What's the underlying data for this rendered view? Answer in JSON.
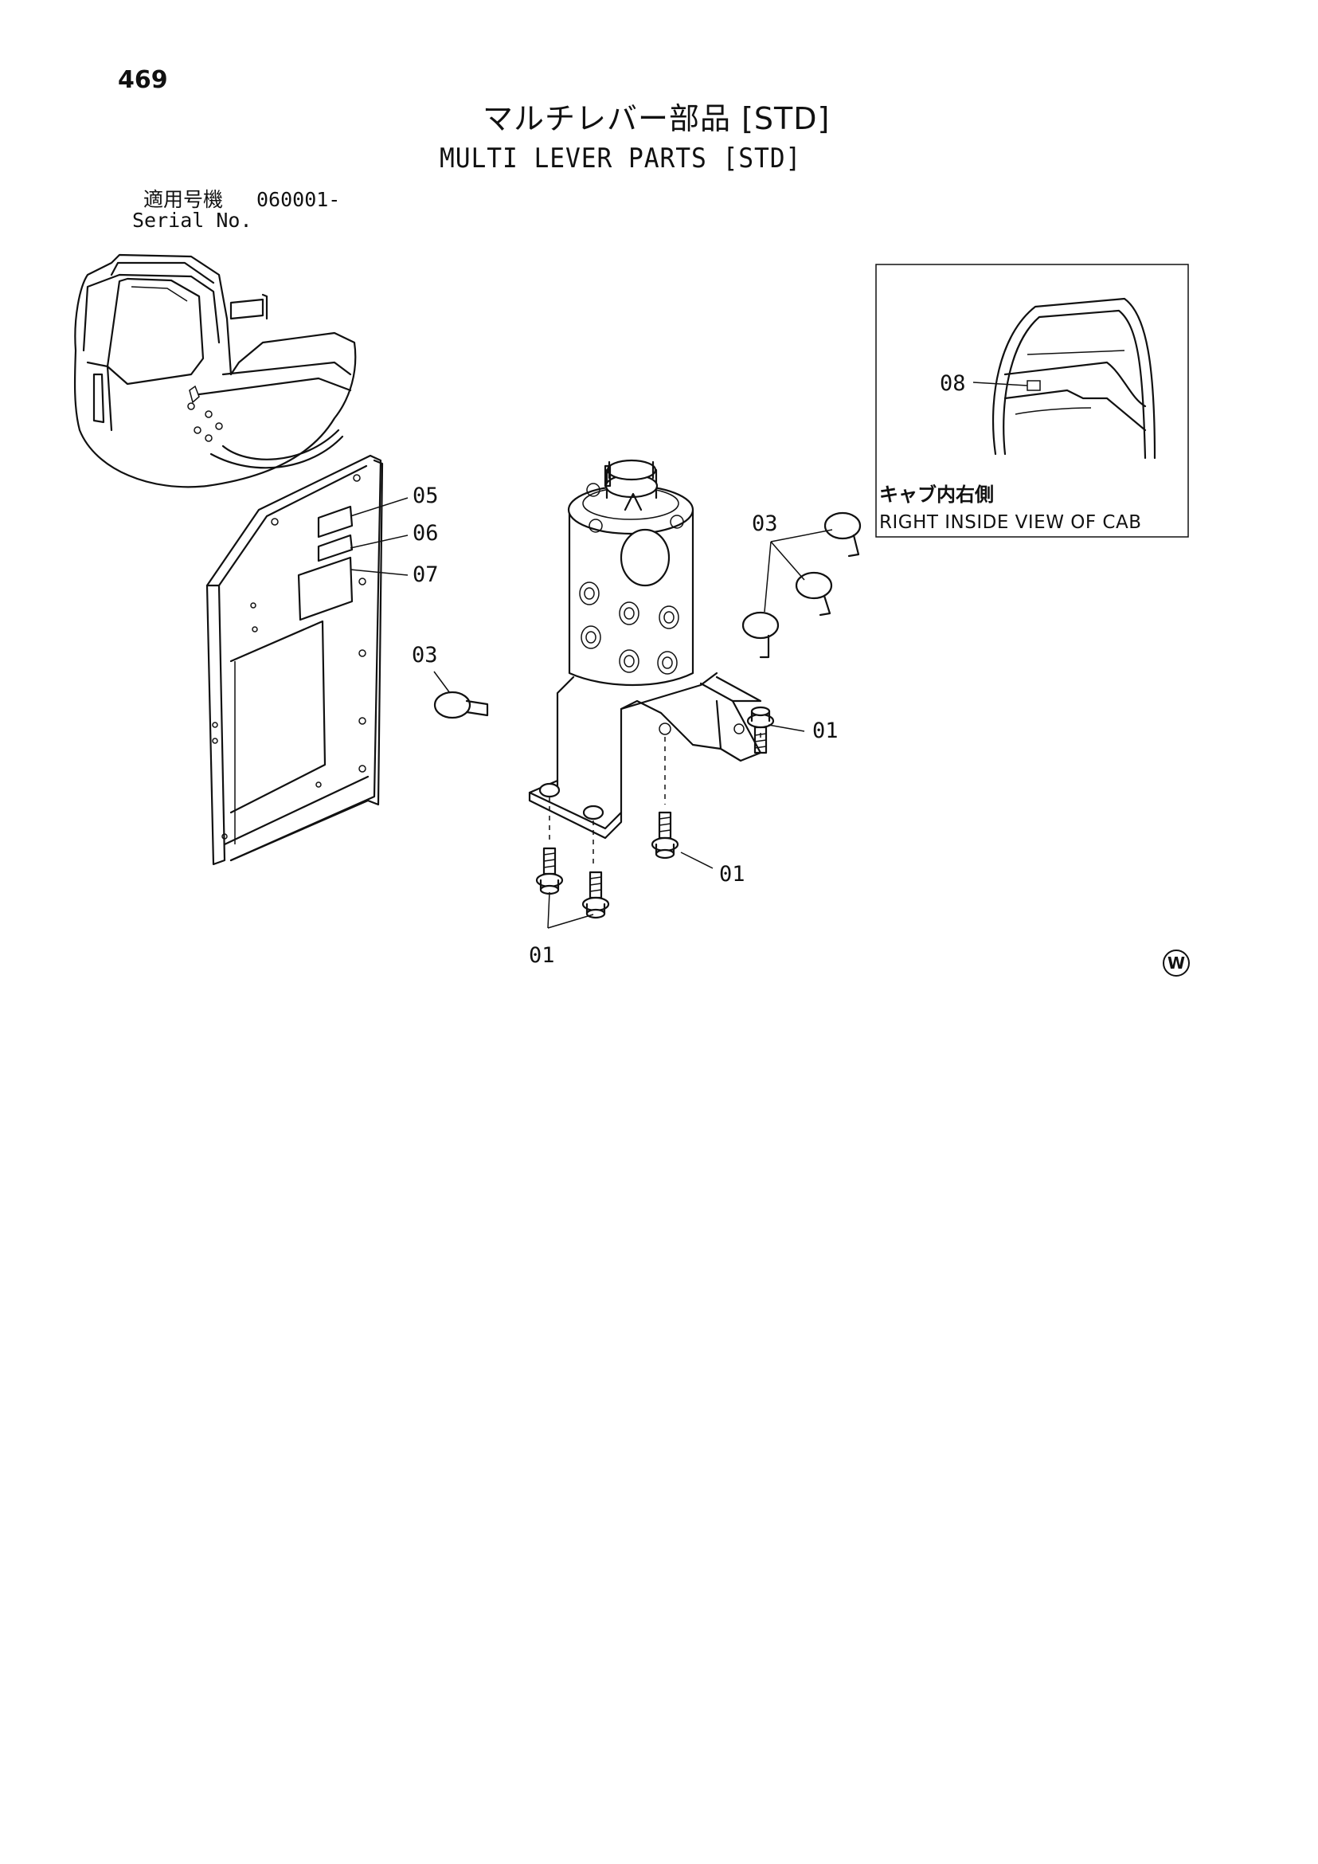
{
  "page": {
    "number": "469"
  },
  "title": {
    "jp": "マルチレバー部品 [STD]",
    "en": "MULTI LEVER PARTS [STD]"
  },
  "serial": {
    "label_jp": "適用号機",
    "number": "060001-",
    "label_en": "Serial No."
  },
  "callouts": [
    {
      "id": "01",
      "label": "01"
    },
    {
      "id": "01b",
      "label": "01"
    },
    {
      "id": "01c",
      "label": "01"
    },
    {
      "id": "03",
      "label": "03"
    },
    {
      "id": "03b",
      "label": "03"
    },
    {
      "id": "05",
      "label": "05"
    },
    {
      "id": "06",
      "label": "06"
    },
    {
      "id": "07",
      "label": "07"
    },
    {
      "id": "08",
      "label": "08"
    }
  ],
  "inset": {
    "caption_jp": "キャブ内右側",
    "caption_en": "RIGHT INSIDE VIEW OF CAB"
  },
  "marks": {
    "corner_symbol": "W"
  },
  "colors": {
    "line": "#111111",
    "background": "#ffffff"
  }
}
